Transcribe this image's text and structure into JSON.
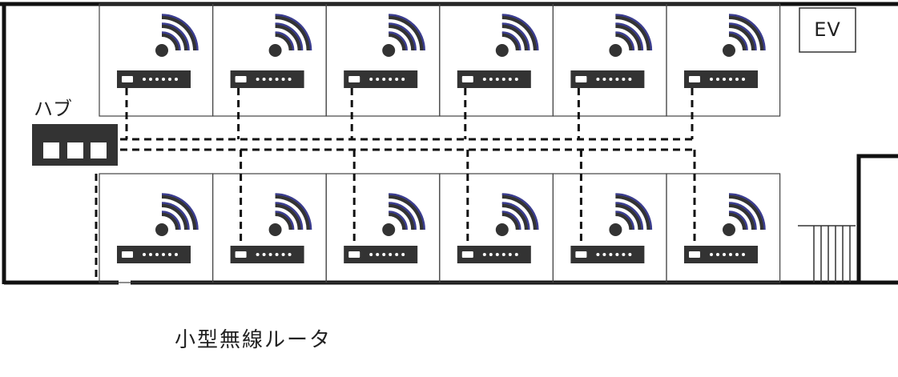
{
  "labels": {
    "hub": "ハブ",
    "elevator": "EV",
    "caption": "小型無線ルータ"
  },
  "rooms": {
    "top_count": 6,
    "bottom_count": 6
  },
  "icons": {
    "router": "router-icon",
    "wifi": "wifi-signal-icon",
    "hub": "network-hub-icon",
    "stairs": "stairs-icon"
  },
  "colors": {
    "wall": "#111111",
    "device": "#333333",
    "wifi_dark": "#333333",
    "wifi_accent": "#3b3d8f",
    "cable": "#111111",
    "room_border": "#444444"
  }
}
